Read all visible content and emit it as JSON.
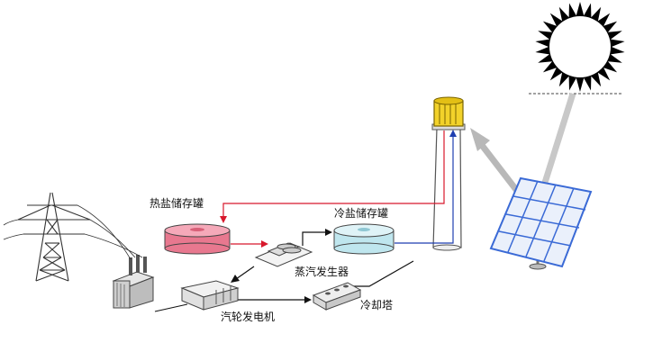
{
  "labels": {
    "hot_salt_tank": "热盐储存罐",
    "cold_salt_tank": "冷盐储存罐",
    "steam_generator": "蒸汽发生器",
    "turbine_generator": "汽轮发电机",
    "cooling_tower": "冷却塔"
  },
  "colors": {
    "hot_salt": "#e8788f",
    "cold_salt": "#bfe6ee",
    "hot_line": "#d8182c",
    "cold_line": "#1f3fb0",
    "receiver": "#f2d22a",
    "sun": "#000000",
    "heliostat": "#3a6ad6",
    "sunbeam": "#c8c8c8"
  }
}
